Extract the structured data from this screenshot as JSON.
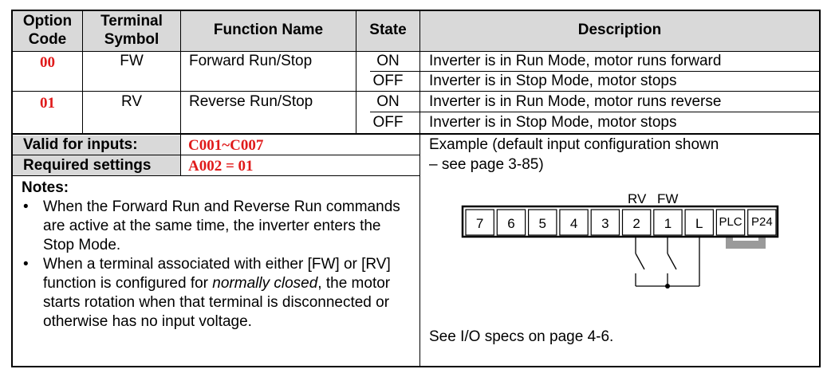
{
  "header": {
    "option_code": [
      "Option",
      "Code"
    ],
    "terminal_symbol": [
      "Terminal",
      "Symbol"
    ],
    "function_name": "Function Name",
    "state": "State",
    "description": "Description"
  },
  "rows": [
    {
      "option_code": "00",
      "terminal_symbol": "FW",
      "function_name": "Forward Run/Stop",
      "states": [
        {
          "state": "ON",
          "description": "Inverter is in Run Mode, motor runs forward"
        },
        {
          "state": "OFF",
          "description": "Inverter is in Stop Mode, motor stops"
        }
      ]
    },
    {
      "option_code": "01",
      "terminal_symbol": "RV",
      "function_name": "Reverse Run/Stop",
      "states": [
        {
          "state": "ON",
          "description": "Inverter is in Run Mode, motor runs reverse"
        },
        {
          "state": "OFF",
          "description": "Inverter is in Stop Mode, motor stops"
        }
      ]
    }
  ],
  "valid_inputs": {
    "label": "Valid for inputs:",
    "value": "C001~C007"
  },
  "required_settings": {
    "label": "Required settings",
    "value": "A002 = 01"
  },
  "notes": {
    "title": "Notes:",
    "bullet": "•",
    "items": [
      {
        "text": "When the Forward Run and Reverse Run commands are active at the same time, the inverter enters the Stop Mode."
      },
      {
        "before": "When a terminal associated with either [FW] or [RV] function is configured for ",
        "emphasis": "normally closed",
        "after": ", the motor starts rotation when that terminal is disconnected or otherwise has no input voltage."
      }
    ]
  },
  "example": {
    "line1": "Example (default input configuration shown",
    "line2": "– see page 3-85)",
    "terminals": [
      "7",
      "6",
      "5",
      "4",
      "3",
      "2",
      "1",
      "L",
      "PLC",
      "P24"
    ],
    "label_rv": "RV",
    "label_fw": "FW",
    "footer": "See I/O specs on page 4-6."
  }
}
